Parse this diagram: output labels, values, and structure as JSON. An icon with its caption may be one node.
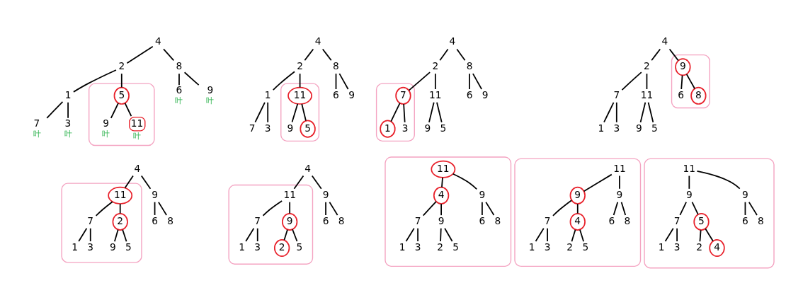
{
  "diagram": {
    "nodes": [
      {
        "text": [],
        "shape": "ellipse"
      },
      {
        "text": [
          "4"
        ]
      },
      {
        "text": [
          "2"
        ]
      },
      {
        "text": [
          "8"
        ]
      },
      {
        "text": [
          "1"
        ]
      },
      {
        "text": [
          "5"
        ],
        "in": 0
      },
      {
        "text": [
          "6"
        ],
        "beside": [
          "叶"
        ]
      },
      {
        "text": [
          "9"
        ],
        "beside": [
          "叶"
        ]
      },
      {
        "text": [
          "7"
        ],
        "beside": [
          "叶"
        ]
      },
      {
        "text": [
          "3"
        ],
        "beside": [
          "叶"
        ]
      },
      {
        "text": [
          "9"
        ],
        "in": 0,
        "beside": [
          "叶"
        ]
      },
      {
        "text": [
          "11"
        ],
        "in": 0,
        "beside": [
          "叶"
        ]
      },
      {
        "text": [],
        "shape": "ellipse"
      },
      {
        "text": [
          "4"
        ]
      },
      {
        "text": [
          "2"
        ]
      },
      {
        "text": [
          "8"
        ]
      },
      {
        "text": [
          "1"
        ]
      },
      {
        "text": [
          "11"
        ],
        "in": 12
      },
      {
        "text": [
          "6"
        ]
      },
      {
        "text": [
          "9"
        ]
      },
      {
        "text": [
          "7"
        ]
      },
      {
        "text": [
          "3"
        ]
      },
      {
        "text": [
          "9"
        ],
        "in": 12
      },
      {
        "text": [
          "5"
        ],
        "in": 12
      },
      {
        "text": [],
        "shape": "ellipse"
      },
      {
        "text": [
          "4"
        ]
      },
      {
        "text": [
          "2"
        ]
      },
      {
        "text": [
          "8"
        ]
      },
      {
        "text": [
          "7"
        ],
        "in": 24
      },
      {
        "text": [
          "11"
        ]
      },
      {
        "text": [
          "6"
        ]
      },
      {
        "text": [
          "9"
        ]
      },
      {
        "text": [
          "1"
        ],
        "in": 24
      },
      {
        "text": [
          "3"
        ],
        "in": 24
      },
      {
        "text": [
          "9"
        ]
      },
      {
        "text": [
          "5"
        ]
      },
      {
        "text": [],
        "shape": "ellipse"
      },
      {
        "text": [
          "4"
        ]
      },
      {
        "text": [
          "2"
        ]
      },
      {
        "text": [
          "9"
        ],
        "in": 36
      },
      {
        "text": [
          "7"
        ]
      },
      {
        "text": [
          "11"
        ]
      },
      {
        "text": [
          "6"
        ],
        "in": 36
      },
      {
        "text": [
          "8"
        ],
        "in": 36
      },
      {
        "text": [
          "1"
        ]
      },
      {
        "text": [
          "3"
        ]
      },
      {
        "text": [
          "9"
        ]
      },
      {
        "text": [
          "5"
        ]
      },
      {
        "text": [],
        "shape": "ellipse"
      },
      {
        "text": [
          "4"
        ]
      },
      {
        "text": [
          "11"
        ],
        "in": 48
      },
      {
        "text": [
          "9"
        ]
      },
      {
        "text": [
          "7"
        ],
        "in": 48
      },
      {
        "text": [
          "2"
        ],
        "in": 48
      },
      {
        "text": [
          "6"
        ]
      },
      {
        "text": [
          "8"
        ]
      },
      {
        "text": [
          "1"
        ],
        "in": 48
      },
      {
        "text": [
          "3"
        ],
        "in": 48
      },
      {
        "text": [
          "9"
        ],
        "in": 48
      },
      {
        "text": [
          "5"
        ],
        "in": 48
      },
      {
        "text": [],
        "shape": "ellipse"
      },
      {
        "text": [
          "4"
        ]
      },
      {
        "text": [
          "11"
        ],
        "in": 60
      },
      {
        "text": [
          "9"
        ]
      },
      {
        "text": [
          "7"
        ],
        "in": 60
      },
      {
        "text": [
          "9"
        ],
        "in": 60
      },
      {
        "text": [
          "6"
        ]
      },
      {
        "text": [
          "8"
        ]
      },
      {
        "text": [
          "1"
        ],
        "in": 60
      },
      {
        "text": [
          "3"
        ],
        "in": 60
      },
      {
        "text": [
          "2"
        ],
        "in": 60
      },
      {
        "text": [
          "5"
        ],
        "in": 60
      },
      {
        "text": [],
        "shape": "ellipse"
      },
      {
        "text": [
          "11"
        ],
        "in": 72
      },
      {
        "text": [
          "4"
        ],
        "in": 72
      },
      {
        "text": [
          "9"
        ],
        "in": 72
      },
      {
        "text": [
          "7"
        ],
        "in": 72
      },
      {
        "text": [
          "9"
        ],
        "in": 72
      },
      {
        "text": [
          "6"
        ],
        "in": 72
      },
      {
        "text": [
          "8"
        ],
        "in": 72
      },
      {
        "text": [
          "1"
        ],
        "in": 72
      },
      {
        "text": [
          "3"
        ],
        "in": 72
      },
      {
        "text": [
          "2"
        ],
        "in": 72
      },
      {
        "text": [
          "5"
        ],
        "in": 72
      },
      {
        "text": [],
        "shape": "ellipse"
      },
      {
        "text": [
          "11"
        ],
        "in": 84
      },
      {
        "text": [
          "9"
        ],
        "in": 84
      },
      {
        "text": [
          "9"
        ],
        "in": 84
      },
      {
        "text": [
          "7"
        ],
        "in": 84
      },
      {
        "text": [
          "4"
        ],
        "in": 84
      },
      {
        "text": [
          "6"
        ],
        "in": 84
      },
      {
        "text": [
          "8"
        ],
        "in": 84
      },
      {
        "text": [
          "1"
        ],
        "in": 84
      },
      {
        "text": [
          "3"
        ],
        "in": 84
      },
      {
        "text": [
          "2"
        ],
        "in": 84
      },
      {
        "text": [
          "5"
        ],
        "in": 84
      },
      {
        "text": [],
        "shape": "ellipse"
      },
      {
        "text": [
          "11"
        ],
        "in": 96
      },
      {
        "text": [
          "9"
        ],
        "in": 96
      },
      {
        "text": [
          "9"
        ],
        "in": 96
      },
      {
        "text": [
          "7"
        ],
        "in": 96
      },
      {
        "text": [
          "5"
        ],
        "in": 96
      },
      {
        "text": [
          "6"
        ],
        "in": 96
      },
      {
        "text": [
          "8"
        ],
        "in": 96
      },
      {
        "text": [
          "1"
        ],
        "in": 96
      },
      {
        "text": [
          "3"
        ],
        "in": 96
      },
      {
        "text": [
          "2"
        ],
        "in": 96
      },
      {
        "text": [
          "4"
        ],
        "in": 96
      }
    ],
    "edges": [
      {
        "from": 1,
        "to": 2,
        "arrow": "none"
      },
      {
        "from": 1,
        "to": 3,
        "arrow": "none"
      },
      {
        "from": 2,
        "to": 4,
        "arrow": "none"
      },
      {
        "from": 2,
        "to": 5,
        "arrow": "none"
      },
      {
        "from": 3,
        "to": 6,
        "arrow": "none"
      },
      {
        "from": 3,
        "to": 7,
        "arrow": "none"
      },
      {
        "from": 4,
        "to": 8,
        "arrow": "none"
      },
      {
        "from": 4,
        "to": 9,
        "arrow": "none"
      },
      {
        "from": 5,
        "to": 10,
        "arrow": "none"
      },
      {
        "from": 5,
        "to": 11,
        "arrow": "none"
      },
      {
        "from": 13,
        "to": 14,
        "arrow": "none"
      },
      {
        "from": 13,
        "to": 15,
        "arrow": "none"
      },
      {
        "from": 14,
        "to": 16,
        "arrow": "none"
      },
      {
        "from": 14,
        "to": 17,
        "arrow": "none"
      },
      {
        "from": 15,
        "to": 18,
        "arrow": "none"
      },
      {
        "from": 15,
        "to": 19,
        "arrow": "none"
      },
      {
        "from": 16,
        "to": 20,
        "arrow": "none"
      },
      {
        "from": 16,
        "to": 21,
        "arrow": "none"
      },
      {
        "from": 17,
        "to": 22,
        "arrow": "none"
      },
      {
        "from": 17,
        "to": 23,
        "arrow": "none"
      },
      {
        "from": 25,
        "to": 26,
        "arrow": "none"
      },
      {
        "from": 25,
        "to": 27,
        "arrow": "none"
      },
      {
        "from": 26,
        "to": 28,
        "arrow": "none"
      },
      {
        "from": 26,
        "to": 29,
        "arrow": "none"
      },
      {
        "from": 27,
        "to": 30,
        "arrow": "none"
      },
      {
        "from": 27,
        "to": 31,
        "arrow": "none"
      },
      {
        "from": 28,
        "to": 32,
        "arrow": "none"
      },
      {
        "from": 28,
        "to": 33,
        "arrow": "none"
      },
      {
        "from": 29,
        "to": 34,
        "arrow": "none"
      },
      {
        "from": 29,
        "to": 35,
        "arrow": "none"
      },
      {
        "from": 37,
        "to": 38,
        "arrow": "none"
      },
      {
        "from": 37,
        "to": 39,
        "arrow": "none"
      },
      {
        "from": 38,
        "to": 40,
        "arrow": "none"
      },
      {
        "from": 38,
        "to": 41,
        "arrow": "none"
      },
      {
        "from": 39,
        "to": 42,
        "arrow": "none"
      },
      {
        "from": 39,
        "to": 43,
        "arrow": "none"
      },
      {
        "from": 40,
        "to": 44,
        "arrow": "none"
      },
      {
        "from": 40,
        "to": 45,
        "arrow": "none"
      },
      {
        "from": 41,
        "to": 46,
        "arrow": "none"
      },
      {
        "from": 41,
        "to": 47,
        "arrow": "none"
      },
      {
        "from": 49,
        "to": 50,
        "arrow": "none"
      },
      {
        "from": 49,
        "to": 51,
        "arrow": "none"
      },
      {
        "from": 50,
        "to": 52,
        "arrow": "none"
      },
      {
        "from": 50,
        "to": 53,
        "arrow": "none"
      },
      {
        "from": 51,
        "to": 54,
        "arrow": "none"
      },
      {
        "from": 51,
        "to": 55,
        "arrow": "none"
      },
      {
        "from": 52,
        "to": 56,
        "arrow": "none"
      },
      {
        "from": 52,
        "to": 57,
        "arrow": "none"
      },
      {
        "from": 53,
        "to": 58,
        "arrow": "none"
      },
      {
        "from": 53,
        "to": 59,
        "arrow": "none"
      },
      {
        "from": 61,
        "to": 62,
        "arrow": "none"
      },
      {
        "from": 61,
        "to": 63,
        "arrow": "none"
      },
      {
        "from": 62,
        "to": 64,
        "arrow": "none"
      },
      {
        "from": 62,
        "to": 65,
        "arrow": "none"
      },
      {
        "from": 63,
        "to": 66,
        "arrow": "none"
      },
      {
        "from": 63,
        "to": 67,
        "arrow": "none"
      },
      {
        "from": 64,
        "to": 68,
        "arrow": "none"
      },
      {
        "from": 64,
        "to": 69,
        "arrow": "none"
      },
      {
        "from": 65,
        "to": 70,
        "arrow": "none"
      },
      {
        "from": 65,
        "to": 71,
        "arrow": "none"
      },
      {
        "from": 73,
        "to": 74,
        "arrow": "none"
      },
      {
        "from": 73,
        "to": 75,
        "arrow": "none"
      },
      {
        "from": 74,
        "to": 76,
        "arrow": "none"
      },
      {
        "from": 74,
        "to": 77,
        "arrow": "none"
      },
      {
        "from": 75,
        "to": 78,
        "arrow": "none"
      },
      {
        "from": 75,
        "to": 79,
        "arrow": "none"
      },
      {
        "from": 76,
        "to": 80,
        "arrow": "none"
      },
      {
        "from": 76,
        "to": 81,
        "arrow": "none"
      },
      {
        "from": 77,
        "to": 82,
        "arrow": "none"
      },
      {
        "from": 77,
        "to": 83,
        "arrow": "none"
      },
      {
        "from": 85,
        "to": 86,
        "arrow": "none"
      },
      {
        "from": 85,
        "to": 87,
        "arrow": "none"
      },
      {
        "from": 86,
        "to": 88,
        "arrow": "none"
      },
      {
        "from": 86,
        "to": 89,
        "arrow": "none"
      },
      {
        "from": 87,
        "to": 90,
        "arrow": "none"
      },
      {
        "from": 87,
        "to": 91,
        "arrow": "none"
      },
      {
        "from": 88,
        "to": 92,
        "arrow": "none"
      },
      {
        "from": 88,
        "to": 93,
        "arrow": "none"
      },
      {
        "from": 89,
        "to": 94,
        "arrow": "none"
      },
      {
        "from": 89,
        "to": 95,
        "arrow": "none"
      },
      {
        "from": 97,
        "to": 98,
        "arrow": "none"
      },
      {
        "from": 97,
        "to": 99,
        "arrow": "none"
      },
      {
        "from": 98,
        "to": 100,
        "arrow": "none"
      },
      {
        "from": 98,
        "to": 101,
        "arrow": "none"
      },
      {
        "from": 99,
        "to": 102,
        "arrow": "none"
      },
      {
        "from": 99,
        "to": 103,
        "arrow": "none"
      },
      {
        "from": 100,
        "to": 104,
        "arrow": "none"
      },
      {
        "from": 100,
        "to": 105,
        "arrow": "none"
      },
      {
        "from": 101,
        "to": 106,
        "arrow": "none"
      },
      {
        "from": 101,
        "to": 107,
        "arrow": "none"
      }
    ]
  }
}
